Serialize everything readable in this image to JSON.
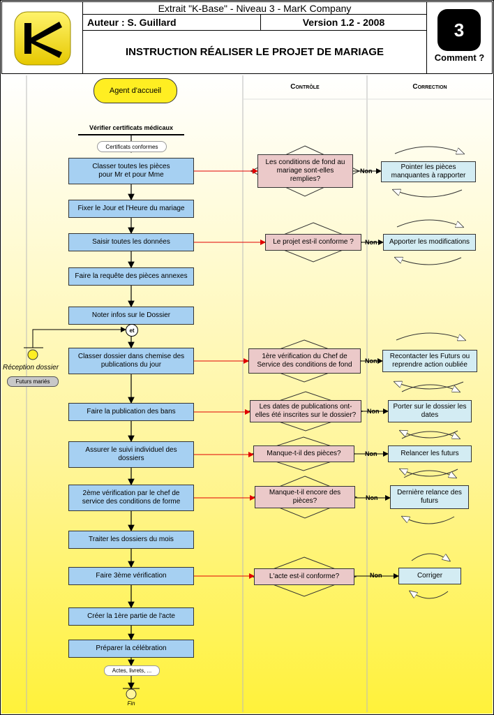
{
  "header": {
    "top_title": "Extrait \"K-Base\" - Niveau 3 - MarK Company",
    "author": "Auteur :  S. Guillard",
    "version": "Version 1.2 - 2008",
    "main_title": "INSTRUCTION RÉALISER LE PROJET DE MARIAGE",
    "badge_number": "3",
    "badge_caption": "Comment ?",
    "logo_letter": "K"
  },
  "lanes": {
    "actor": "Agent d'accueil",
    "control": "Contrôle",
    "correction": "Correction"
  },
  "start": {
    "title": "Vérifier certificats médicaux",
    "note": "Certificats conformes"
  },
  "steps": [
    "Classer toutes les pièces\npour Mr et pour Mme",
    "Fixer le Jour et l'Heure du mariage",
    "Saisir toutes les données",
    "Faire la requête des pièces annexes",
    "Noter infos sur le Dossier",
    "Classer dossier dans chemise des publications du jour",
    "Faire la publication des bans",
    "Assurer le suivi individuel des dossiers",
    "2ème vérification par le chef de service des conditions de forme",
    "Traiter les dossiers du mois",
    "Faire 3ème vérification",
    "Créer la 1ère partie de l'acte",
    "Préparer la célébration"
  ],
  "controls": [
    "Les conditions de fond au mariage sont-elles remplies?",
    "Le projet est-il conforme ?",
    "1ère vérification du Chef de Service des conditions de fond",
    "Les dates de publications ont-elles été inscrites sur le dossier?",
    "Manque-t-il des pièces?",
    "Manque-t-il encore des pièces?",
    "L'acte est-il conforme?"
  ],
  "corrections": [
    "Pointer les pièces manquantes à rapporter",
    "Apporter les modifications",
    "Recontacter les Futurs ou reprendre action oubliée",
    "Porter sur le dossier les dates",
    "Relancer les futurs",
    "Dernière relance des futurs",
    "Corriger"
  ],
  "branch_label": "Non",
  "join_label": "et",
  "side_event": {
    "title": "Réception dossier",
    "tag": "Futurs mariés"
  },
  "end": {
    "note": "Actes, livrets, ...",
    "label": "Fin"
  },
  "colors": {
    "step": "#a6d0f2",
    "control": "#ebc9c9",
    "correction": "#d3ecf3",
    "arrow_red": "#e00000"
  }
}
